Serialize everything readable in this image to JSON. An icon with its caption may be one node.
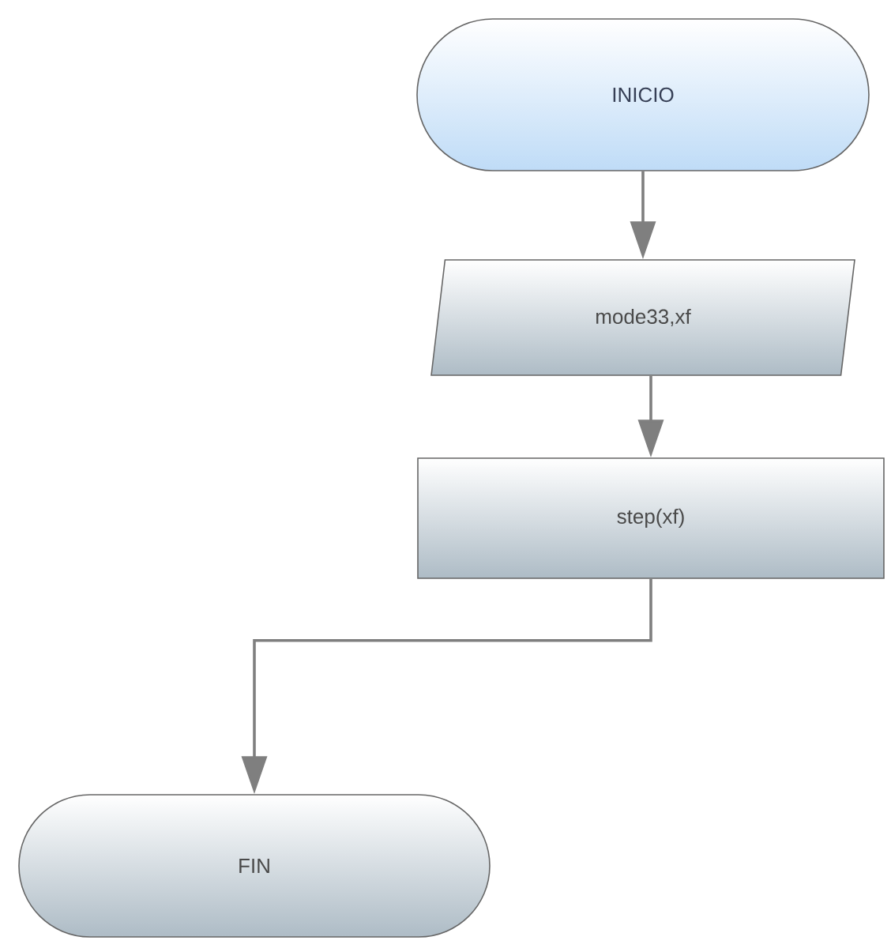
{
  "diagram": {
    "nodes": [
      {
        "text": [
          "INICIO"
        ]
      },
      {
        "text": [
          "mode33,xf"
        ]
      },
      {
        "text": [
          "step(xf)"
        ]
      },
      {
        "text": [
          "FIN"
        ]
      }
    ],
    "edges": [
      {
        "from": 0,
        "to": 1,
        "arrow": "to"
      },
      {
        "from": 1,
        "to": 2,
        "arrow": "to"
      },
      {
        "from": 2,
        "to": 3,
        "arrow": "to"
      }
    ]
  }
}
